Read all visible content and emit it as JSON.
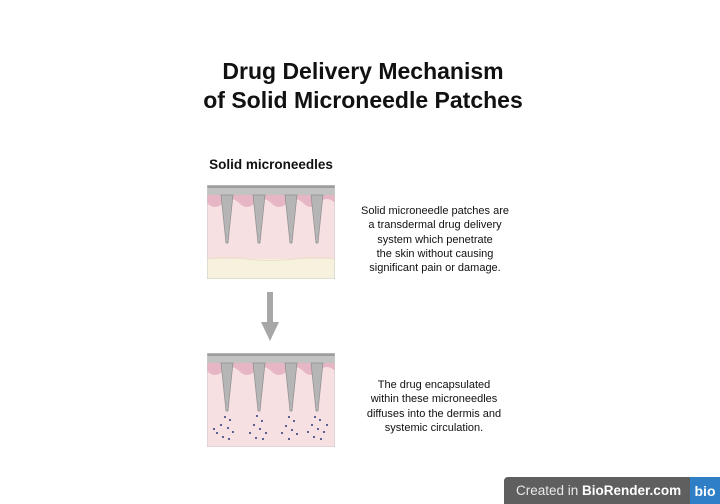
{
  "title": {
    "line1": "Drug Delivery Mechanism",
    "line2": "of Solid Microneedle Patches"
  },
  "subheading": "Solid microneedles",
  "step1": {
    "text": "Solid microneedle patches are\na transdermal drug delivery\nsystem which penetrate\nthe skin without causing\nsignificant pain or damage."
  },
  "step2": {
    "text": "The drug encapsulated\nwithin these microneedles\ndiffuses into the dermis and\nsystemic circulation."
  },
  "badge": {
    "prefix": "Created in ",
    "brand": "BioRender.com",
    "logo": "bio"
  },
  "colors": {
    "skin": "#f6e0e2",
    "epidermis": "#e7b6c4",
    "subcutis": "#f7f2de",
    "needle": "#b5b5b5",
    "drug": "#2c3a7a",
    "arrow": "#a7a7a7"
  }
}
